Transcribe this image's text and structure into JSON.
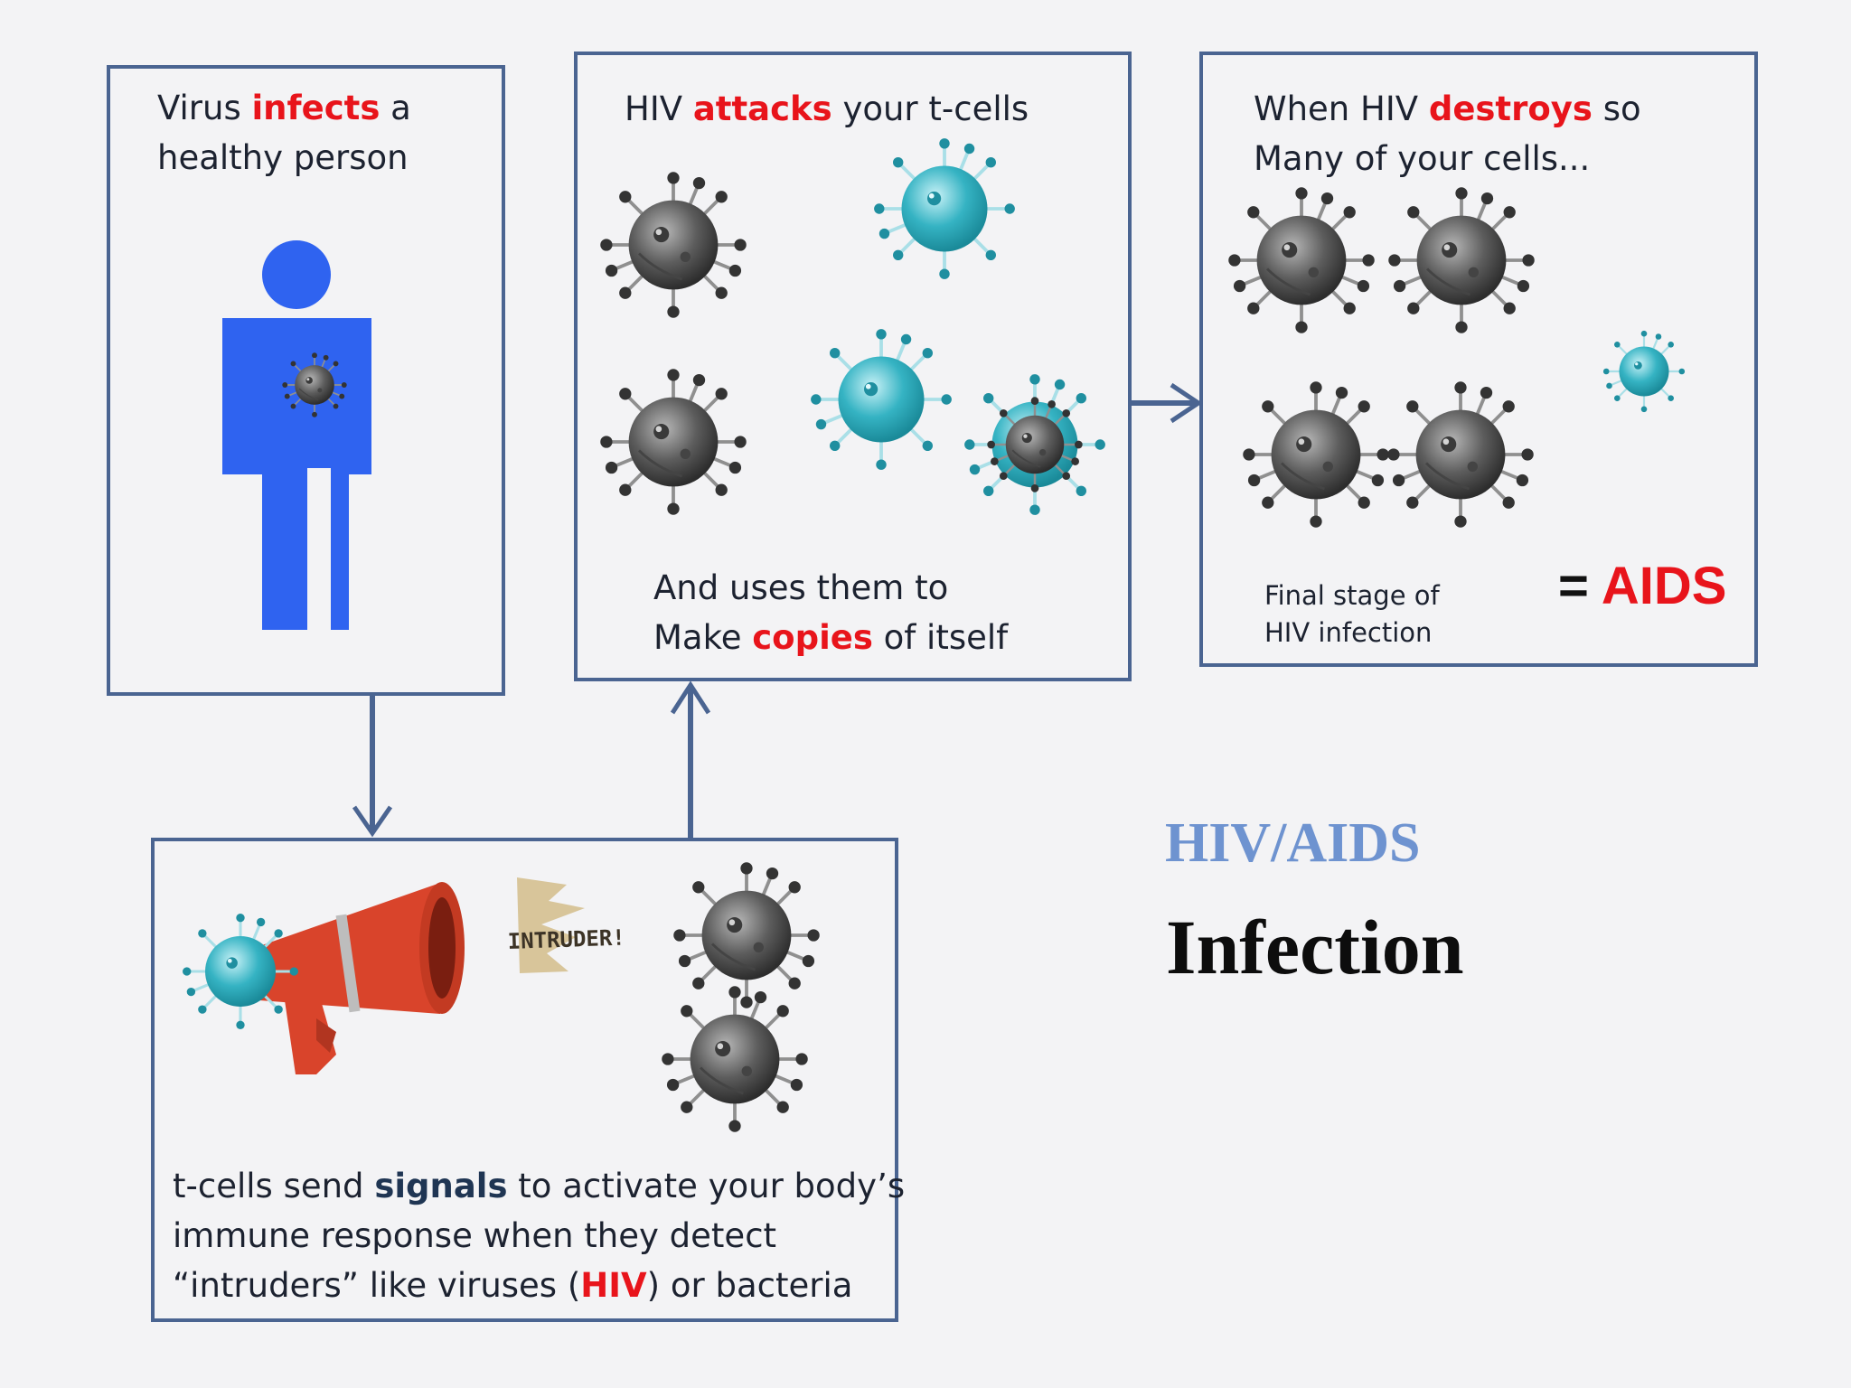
{
  "colors": {
    "background": "#f3f3f5",
    "box_border": "#4a6491",
    "emphasis_red": "#e8141b",
    "person_blue": "#2f63f0",
    "tcell_teal": "#35b3c3",
    "virus_grey": "#5d5d5d",
    "megaphone_red": "#d9442b",
    "title_blue": "#6e93d0"
  },
  "box1": {
    "line1_pre": "Virus ",
    "line1_em": "infects",
    "line1_post": " a",
    "line2": "healthy person"
  },
  "box2": {
    "line1_pre": "HIV ",
    "line1_em": "attacks",
    "line1_post": " your t-cells",
    "caption_line1": "And uses them to",
    "caption_line2_pre": "Make ",
    "caption_line2_em": "copies",
    "caption_line2_post": " of itself"
  },
  "box3": {
    "line1_pre": "When HIV ",
    "line1_em": "destroys",
    "line1_post": " so",
    "line2": "Many of your cells...",
    "equals": "=",
    "result": "AIDS",
    "final_line1": "Final stage of",
    "final_line2": "HIV infection"
  },
  "box4": {
    "megaphone_text": "INTRUDER!",
    "line1_pre": "t-cells send ",
    "line1_em": "signals",
    "line1_post": " to activate your body’s",
    "line2": "immune response when they detect",
    "line3_pre": "“intruders” like viruses (",
    "line3_em": "HIV",
    "line3_post": ") or bacteria"
  },
  "title": {
    "line1": "HIV/AIDS",
    "line2": "Infection"
  },
  "icons": {
    "person": "person-icon",
    "virus": "hiv-virus-icon",
    "tcell": "t-cell-icon",
    "infected_tcell": "infected-t-cell-icon",
    "megaphone": "megaphone-icon"
  }
}
